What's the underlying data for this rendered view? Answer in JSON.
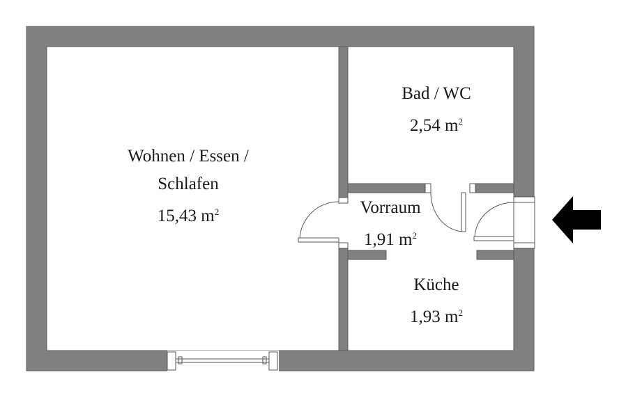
{
  "rooms": {
    "living": {
      "name_line1": "Wohnen / Essen /",
      "name_line2": "Schlafen",
      "area": "15,43 m",
      "unit_sup": "2"
    },
    "bath": {
      "name": "Bad / WC",
      "area": "2,54 m",
      "unit_sup": "2"
    },
    "hall": {
      "name": "Vorraum",
      "area": "1,91 m",
      "unit_sup": "2"
    },
    "kitchen": {
      "name": "Küche",
      "area": "1,93 m",
      "unit_sup": "2"
    }
  },
  "colors": {
    "wall": "#808080",
    "wall_edge": "#5a5a5a",
    "arrow": "#000000",
    "line": "#555555"
  },
  "icons": {
    "entrance": "arrow-left-icon"
  }
}
